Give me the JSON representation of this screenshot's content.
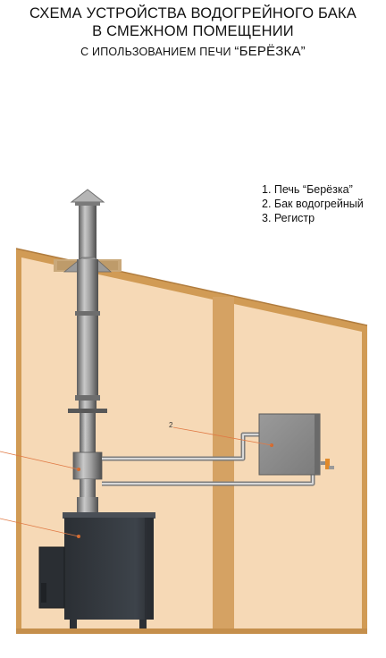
{
  "title": {
    "line1": "СХЕМА УСТРОЙСТВА ВОДОГРЕЙНОГО БАКА",
    "line2": "В СМЕЖНОМ ПОМЕЩЕНИИ",
    "line3_prefix": "С ИПОЛЬЗОВАНИЕМ ПЕЧИ ",
    "line3_name": "“БЕРЁЗКА”"
  },
  "legend": [
    "1. Печь “Берёзка”",
    "2. Бак водогрейный",
    "3. Регистр"
  ],
  "callout_label": "2",
  "colors": {
    "wall_fill": "#f6d9b6",
    "frame_wood": "#d4a15c",
    "pipe_metal": "#8f8f8f",
    "tank": "#8b8b8b",
    "stove": "#33383e",
    "leader_line": "#e07a45"
  }
}
